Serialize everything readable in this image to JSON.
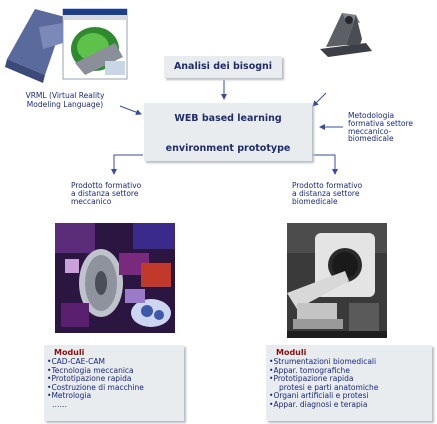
{
  "title_box": {
    "label": "Analisi dei bisogni"
  },
  "center_box": {
    "line1": "WEB based learning",
    "line2": "environment prototype"
  },
  "vrml_label": {
    "line1": "VRML (Virtual Reality",
    "line2": "Modeling Language)"
  },
  "metodologia_label": {
    "lines": [
      "Metodologia",
      "formativa settore",
      "meccanico-",
      "biomedicale"
    ]
  },
  "left_branch": {
    "caption": [
      "Prodotto formativo",
      "a distanza settore",
      "meccanico"
    ],
    "modules_title": "Moduli",
    "modules": [
      "CAD-CAE-CAM",
      "Tecnologia meccanica",
      "Prototipazione rapida",
      "Costruzione di macchine",
      "Metrologia",
      "……"
    ]
  },
  "right_branch": {
    "caption": [
      "Prodotto formativo",
      "a distanza settore",
      "biomedicale"
    ],
    "modules_title": "Moduli",
    "modules": [
      "Strumentazioni biomedicali",
      "Appar. tomografiche",
      "Prototipazione rapida",
      "protesi e parti anatomiche",
      "Organi artificiali e protesi",
      "Appar. diagnosi e terapia"
    ]
  }
}
